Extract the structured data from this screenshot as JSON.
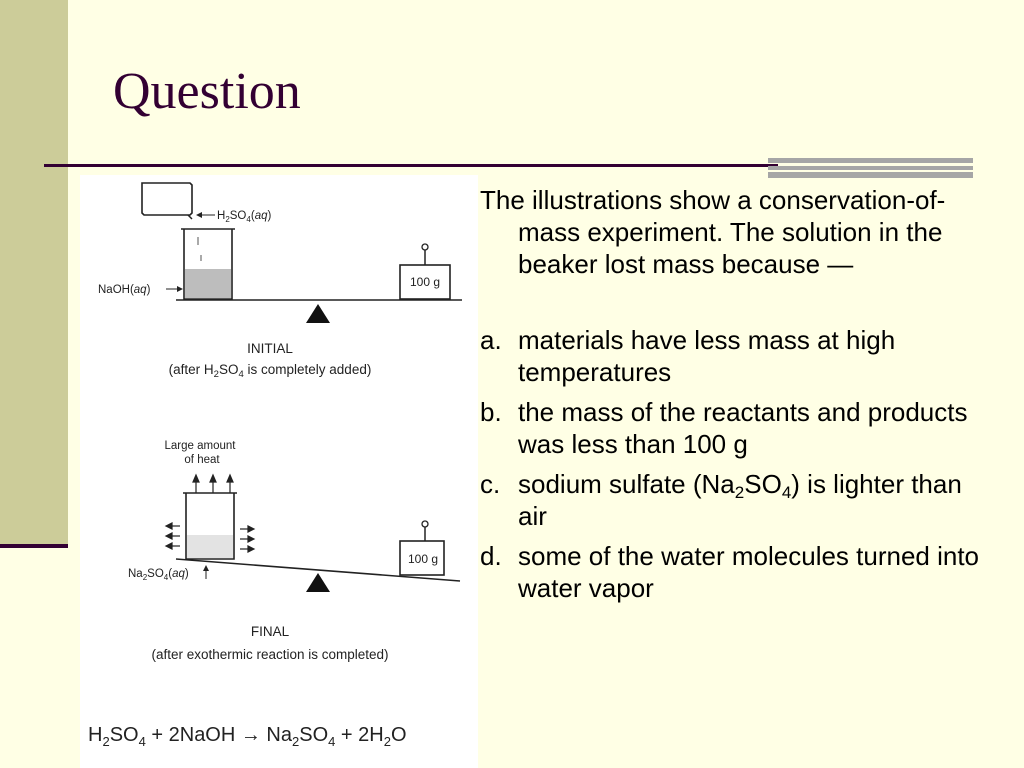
{
  "slide": {
    "title": "Question"
  },
  "figure": {
    "initial": {
      "reagent_label": "H2SO4(aq)",
      "beaker_label": "NaOH(aq)",
      "weight_label": "100 g",
      "caption_title": "INITIAL",
      "caption_sub": "(after H2SO4 is completely added)"
    },
    "final": {
      "heat_label_line1": "Large amount",
      "heat_label_line2": "of heat",
      "beaker_label": "Na2SO4(aq)",
      "weight_label": "100 g",
      "caption_title": "FINAL",
      "caption_sub": "(after exothermic reaction is completed)"
    },
    "equation": "H2SO4 + 2NaOH → Na2SO4 + 2H2O"
  },
  "question": {
    "prompt": "The illustrations show a conservation-of-mass experiment. The solution in the beaker lost mass because —",
    "options": [
      {
        "letter": "a.",
        "text": "materials have less mass at high temperatures"
      },
      {
        "letter": "b.",
        "text": "the mass of the reactants and products was less than 100 g"
      },
      {
        "letter": "c.",
        "text": "sodium sulfate (Na2SO4) is lighter than air"
      },
      {
        "letter": "d.",
        "text": "some of the water molecules turned into water vapor"
      }
    ]
  },
  "colors": {
    "background": "#ffffe5",
    "accent": "#330033",
    "side_band": "#cccc99",
    "corner_bars": "#a6a6a6"
  }
}
